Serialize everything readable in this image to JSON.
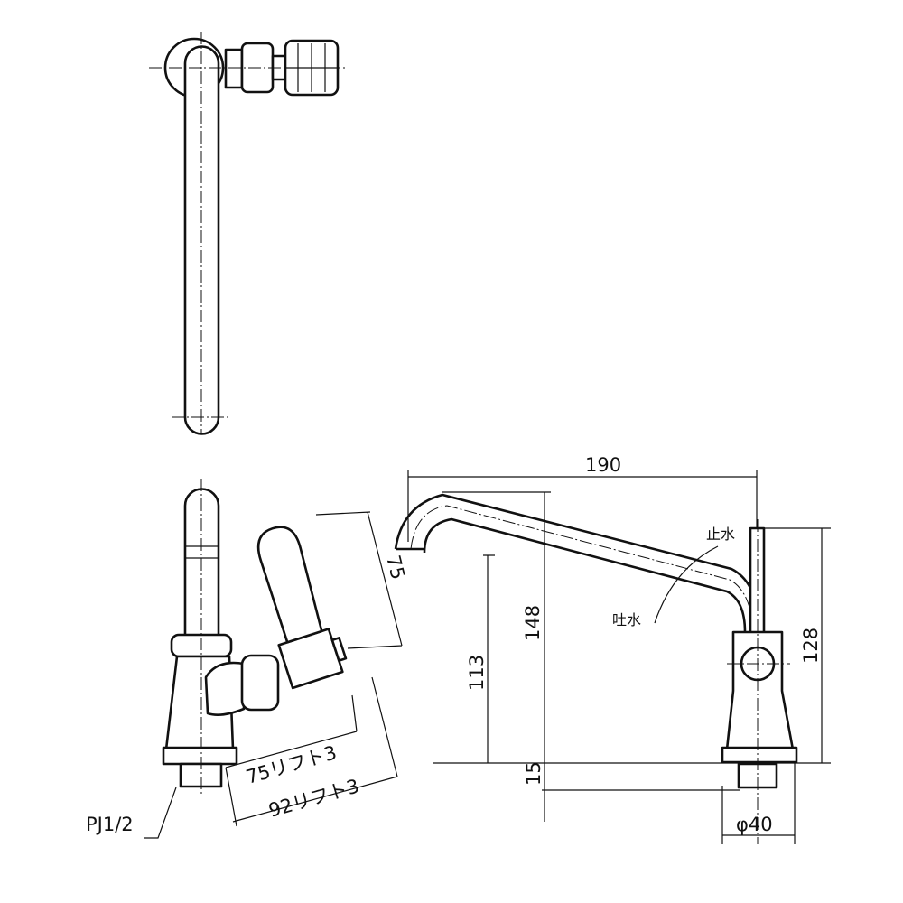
{
  "title": "Faucet dimensional drawing",
  "dimensions": {
    "spout_reach": "190",
    "spout_height": "148",
    "outlet_height": "113",
    "lever_height": "128",
    "base_height": "15",
    "base_diameter": "φ40",
    "lever_length": "75",
    "lift_75": "75リフト3",
    "lift_92": "92リフト3"
  },
  "labels": {
    "connection": "PJ1/2",
    "stop_water": "止水",
    "discharge_water": "吐水"
  }
}
